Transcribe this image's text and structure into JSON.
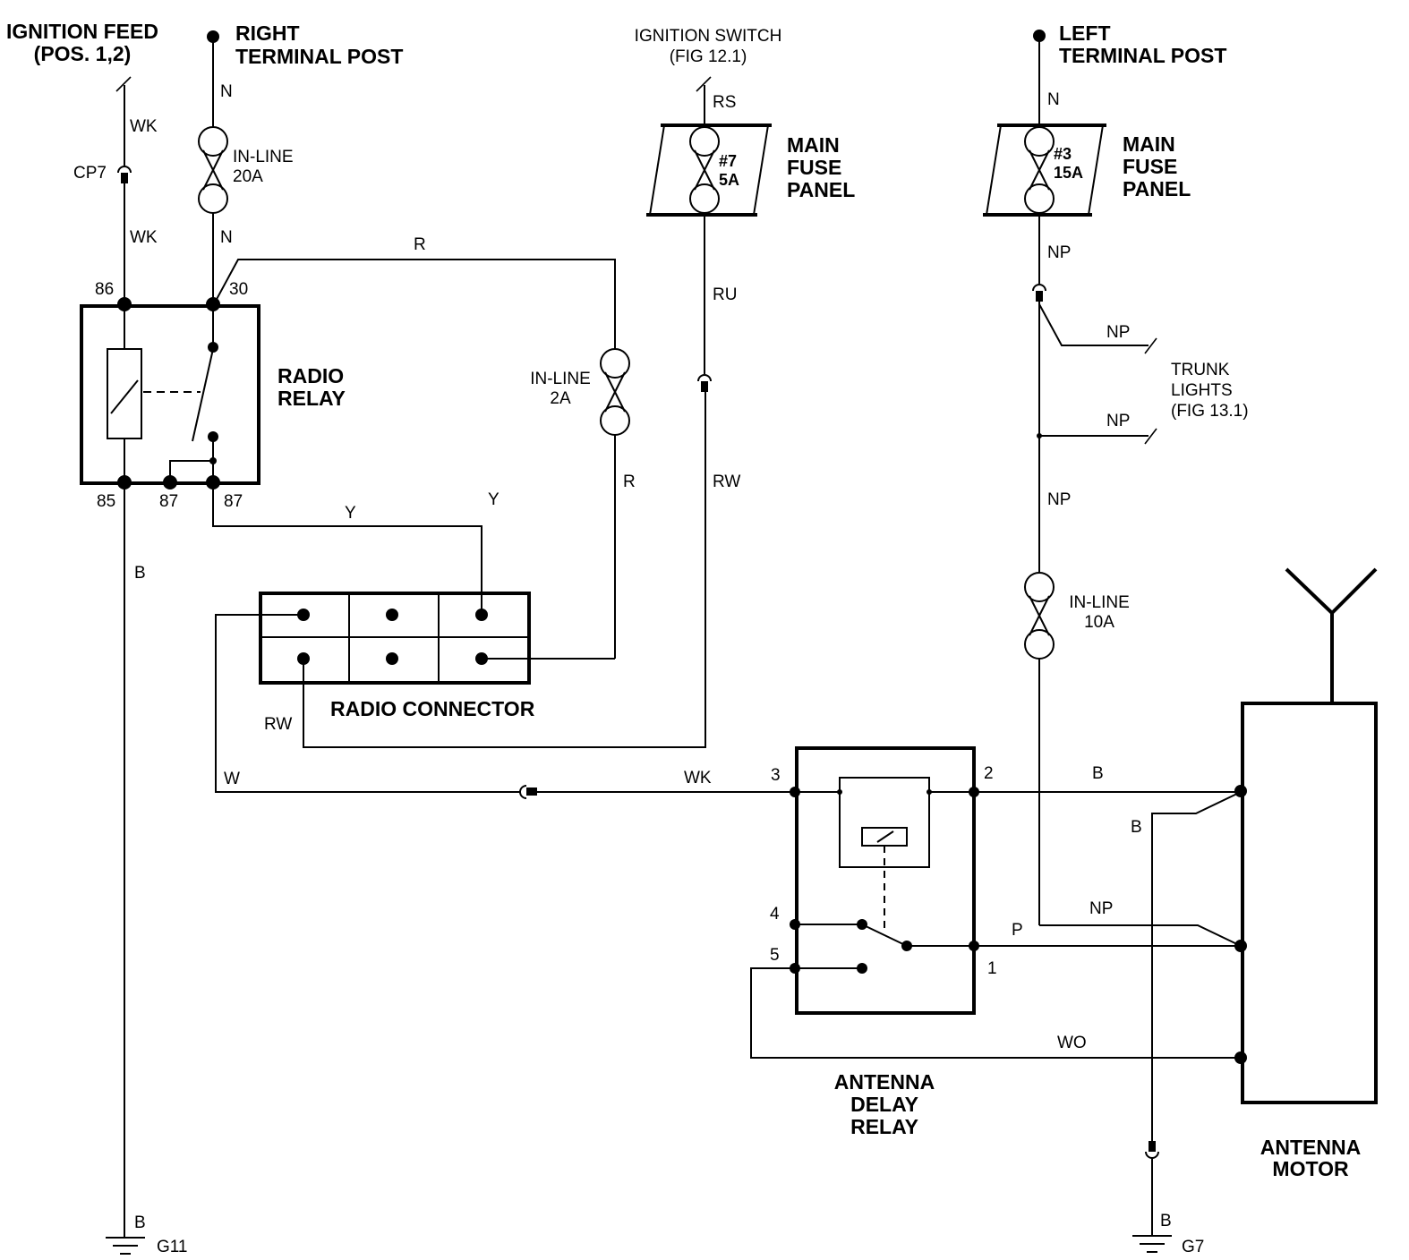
{
  "labels": {
    "ignition_feed": [
      "IGNITION FEED",
      "(POS. 1,2)"
    ],
    "right_terminal_post": [
      "RIGHT",
      "TERMINAL POST"
    ],
    "ignition_switch": [
      "IGNITION SWITCH",
      "(FIG  12.1)"
    ],
    "left_terminal_post": [
      "LEFT",
      "TERMINAL POST"
    ],
    "main_fuse_panel_1": [
      "MAIN",
      "FUSE",
      "PANEL"
    ],
    "main_fuse_panel_2": [
      "MAIN",
      "FUSE",
      "PANEL"
    ],
    "radio_relay": [
      "RADIO",
      "RELAY"
    ],
    "radio_connector": "RADIO CONNECTOR",
    "antenna_delay_relay": [
      "ANTENNA",
      "DELAY",
      "RELAY"
    ],
    "antenna_motor": [
      "ANTENNA",
      "MOTOR"
    ],
    "trunk_lights": [
      "TRUNK",
      "LIGHTS",
      "(FIG 13.1)"
    ]
  },
  "fuses": {
    "inline_20a": [
      "IN-LINE",
      "20A"
    ],
    "inline_2a": [
      "IN-LINE",
      "2A"
    ],
    "inline_10a": [
      "IN-LINE",
      "10A"
    ],
    "fuse_7": [
      "#7",
      "5A"
    ],
    "fuse_3": [
      "#3",
      "15A"
    ]
  },
  "connector": {
    "cp7": "CP7"
  },
  "grounds": {
    "g11": "G11",
    "g7": "G7"
  },
  "pins": {
    "radio_relay": {
      "p86": "86",
      "p30": "30",
      "p85": "85",
      "p87a": "87",
      "p87b": "87"
    },
    "delay_relay": {
      "p1": "1",
      "p2": "2",
      "p3": "3",
      "p4": "4",
      "p5": "5"
    }
  },
  "wires": {
    "wk_top": "WK",
    "wk_mid": "WK",
    "n_top": "N",
    "n_mid": "N",
    "r_top": "R",
    "r_mid": "R",
    "rs": "RS",
    "ru": "RU",
    "rw_right": "RW",
    "y_left": "Y",
    "y_right": "Y",
    "b_left": "B",
    "b_ground_left": "B",
    "rw_conn": "RW",
    "w": "W",
    "wk_bottom": "WK",
    "n_left_post": "N",
    "np_1": "NP",
    "np_2": "NP",
    "np_3": "NP",
    "np_4": "NP",
    "np_5": "NP",
    "b_relay": "B",
    "b_motor": "B",
    "b_ground_right": "B",
    "p": "P",
    "wo": "WO"
  }
}
